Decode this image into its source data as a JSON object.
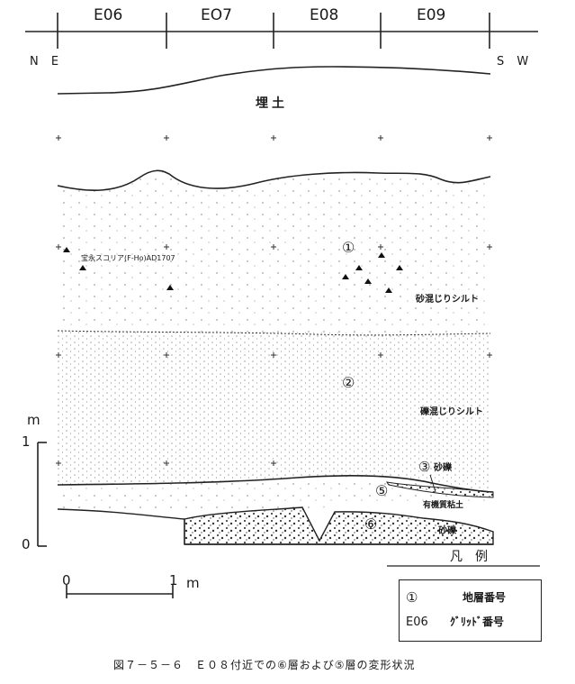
{
  "grid": {
    "cells": [
      "E06",
      "EO7",
      "E08",
      "E09"
    ]
  },
  "directions": {
    "left": "N E",
    "right": "S W"
  },
  "fill_label": "埋土",
  "layers": [
    {
      "marker": "①",
      "description": "砂混じりシルト"
    },
    {
      "marker": "②",
      "description": "礫混じりシルト"
    },
    {
      "marker": "③",
      "description": "砂礫"
    },
    {
      "marker": "⑤",
      "description": "有機質粘土"
    },
    {
      "marker": "⑥",
      "description": "砂礫"
    }
  ],
  "annotation": "宝永スコリア(F-Ho)AD1707",
  "vertical_scale": {
    "unit": "m",
    "top": "1",
    "bottom": "0"
  },
  "horizontal_scale": {
    "left": "0",
    "right": "1",
    "unit": "m"
  },
  "legend": {
    "title": "凡　例",
    "rows": [
      {
        "symbol": "①",
        "meaning": "地層番号"
      },
      {
        "symbol": "E06",
        "meaning": "ｸﾞﾘｯﾄﾞ番号"
      }
    ]
  },
  "caption": "図７－５－６　Ｅ０８付近での⑥層および⑤層の変形状況"
}
